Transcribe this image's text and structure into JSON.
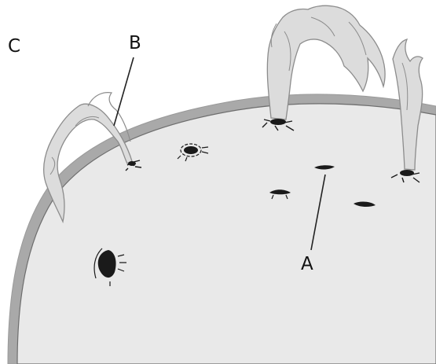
{
  "labels": {
    "panel": "C",
    "a": "A",
    "b": "B"
  },
  "colors": {
    "photosphere": "#e9e9e9",
    "rim": "#a9a9a9",
    "prominence_fill": "#dcdcdc",
    "prominence_stroke": "#8c8c8c",
    "sunspot": "#1a1a1a",
    "leader": "#222222"
  }
}
